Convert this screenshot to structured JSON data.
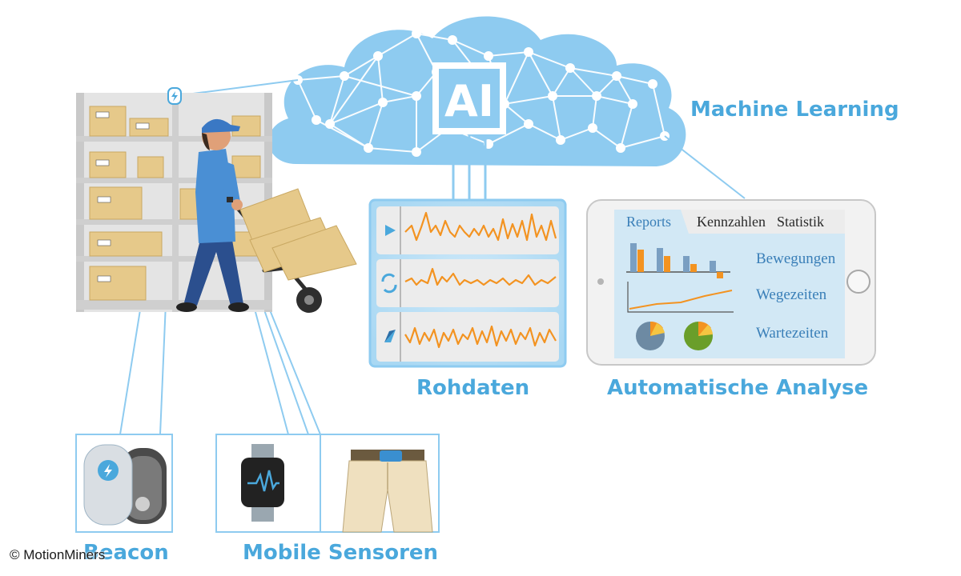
{
  "labels": {
    "machine_learning": "Machine Learning",
    "cloud_ai": "AI",
    "rohdaten": "Rohdaten",
    "automatische_analyse": "Automatische Analyse",
    "beacon": "Beacon",
    "mobile_sensoren": "Mobile Sensoren"
  },
  "tablet": {
    "tabs": [
      "Reports",
      "Kennzahlen",
      "Statistik"
    ],
    "metrics": [
      "Bewegungen",
      "Wegezeiten",
      "Wartezeiten"
    ]
  },
  "copyright": "© MotionMiners",
  "colors": {
    "accent_blue": "#4aa8dc",
    "cloud": "#8ecbf0",
    "signal_orange": "#f39321",
    "box_tan": "#e6c98a",
    "shelf_gray": "#d9d9d9"
  },
  "icons": {
    "rohdaten_rows": [
      "play-icon",
      "refresh-icon",
      "compass-icon"
    ],
    "beacon": "lightning-icon",
    "watch": "heartbeat-icon"
  }
}
